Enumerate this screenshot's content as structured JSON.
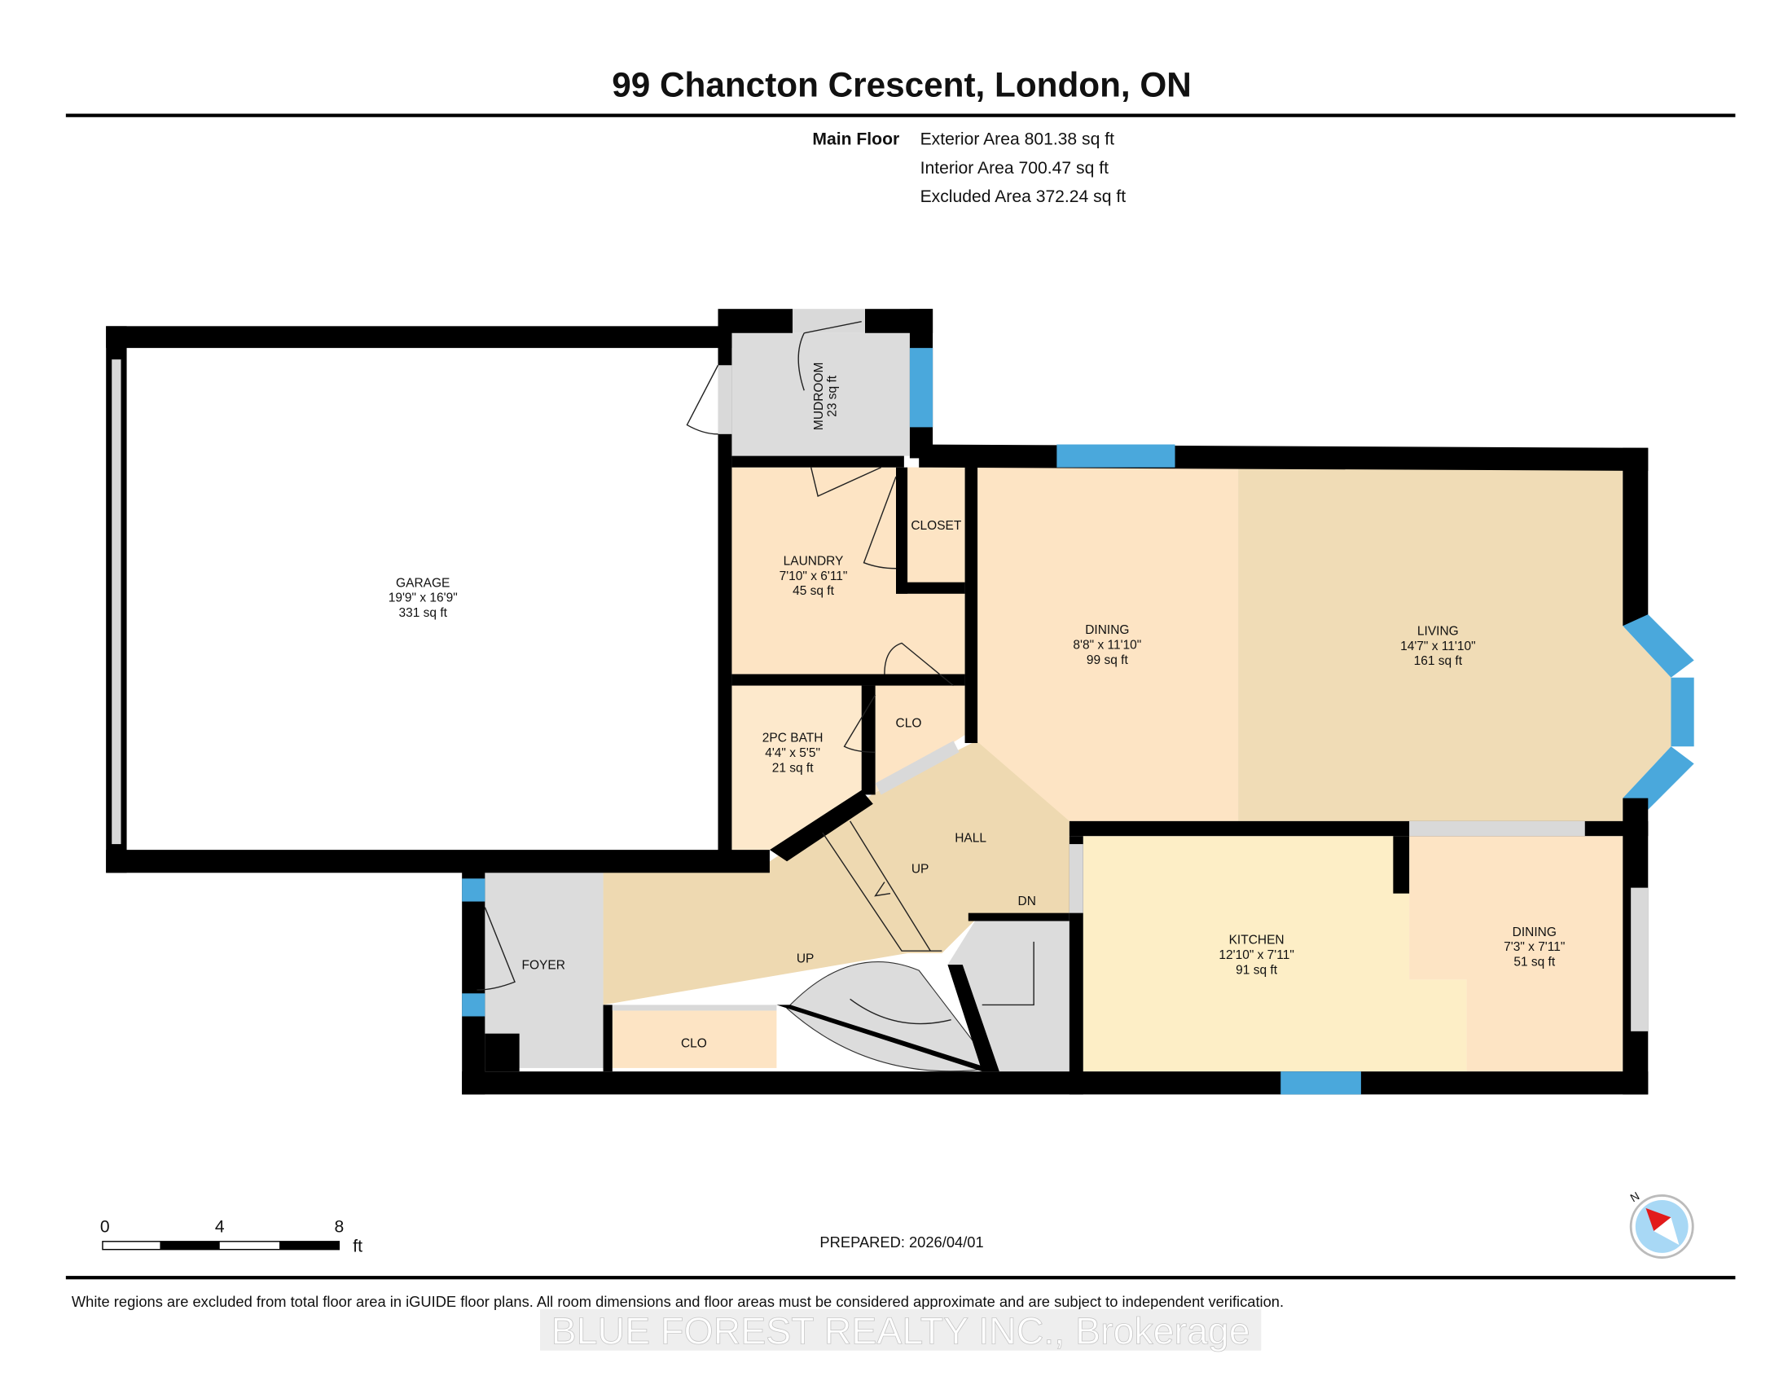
{
  "title": "99 Chancton Crescent, London, ON",
  "floor": {
    "label": "Main Floor",
    "exterior_area": "Exterior Area 801.38 sq ft",
    "interior_area": "Interior Area 700.47 sq ft",
    "excluded_area": "Excluded Area 372.24 sq ft"
  },
  "rooms": {
    "garage": {
      "name": "GARAGE",
      "dims": "19'9\" x 16'9\"",
      "area": "331 sq ft"
    },
    "mudroom": {
      "name": "MUDROOM",
      "area": "23 sq ft"
    },
    "laundry": {
      "name": "LAUNDRY",
      "dims": "7'10\" x 6'11\"",
      "area": "45 sq ft"
    },
    "closet": {
      "name": "CLOSET"
    },
    "dining": {
      "name": "DINING",
      "dims": "8'8\" x 11'10\"",
      "area": "99 sq ft"
    },
    "living": {
      "name": "LIVING",
      "dims": "14'7\" x 11'10\"",
      "area": "161 sq ft"
    },
    "bath": {
      "name": "2PC BATH",
      "dims": "4'4\" x 5'5\"",
      "area": "21 sq ft"
    },
    "clo1": {
      "name": "CLO"
    },
    "hall": {
      "name": "HALL"
    },
    "foyer": {
      "name": "FOYER"
    },
    "clo2": {
      "name": "CLO"
    },
    "kitchen": {
      "name": "KITCHEN",
      "dims": "12'10\" x 7'11\"",
      "area": "91 sq ft"
    },
    "dining2": {
      "name": "DINING",
      "dims": "7'3\" x 7'11\"",
      "area": "51 sq ft"
    }
  },
  "stairs": {
    "up1": "UP",
    "up2": "UP",
    "dn": "DN"
  },
  "scale": {
    "t0": "0",
    "t1": "4",
    "t2": "8",
    "unit": "ft"
  },
  "compass": {
    "north": "N"
  },
  "prepared": "PREPARED: 2026/04/01",
  "disclaimer": "White regions are excluded from total floor area in iGUIDE floor plans. All room dimensions and floor areas must be considered approximate and are subject to independent verification.",
  "watermark": "BLUE FOREST REALTY INC., Brokerage",
  "colors": {
    "wall": "#000000",
    "window": "#4aa8dc",
    "dining": "#fde4c4",
    "living": "#f0dcb6",
    "kitchen": "#fdeec6",
    "excluded": "#dcdcdc"
  }
}
